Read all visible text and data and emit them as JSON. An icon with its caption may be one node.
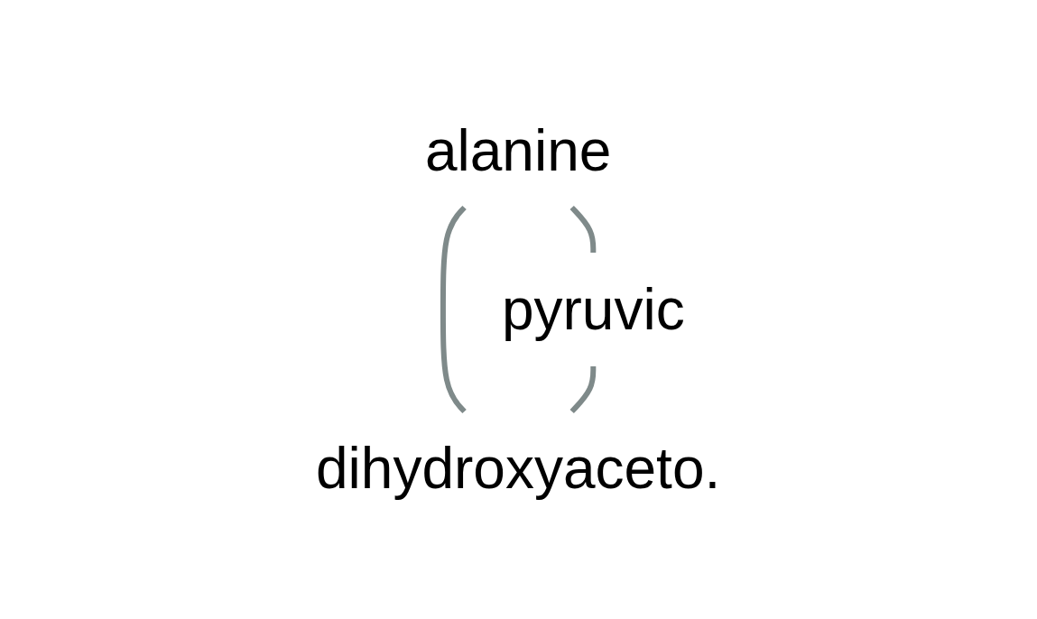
{
  "diagram": {
    "nodes": [
      {
        "text": [
          "pyruvic"
        ]
      },
      {
        "text": [
          "alanine"
        ]
      },
      {
        "text": [
          "dihydroxyaceto."
        ]
      }
    ],
    "edges": [
      {
        "from": 1,
        "to": 0,
        "arrow": "none"
      },
      {
        "from": 1,
        "to": 2,
        "arrow": "none"
      },
      {
        "from": 0,
        "to": 2,
        "arrow": "none"
      }
    ]
  }
}
